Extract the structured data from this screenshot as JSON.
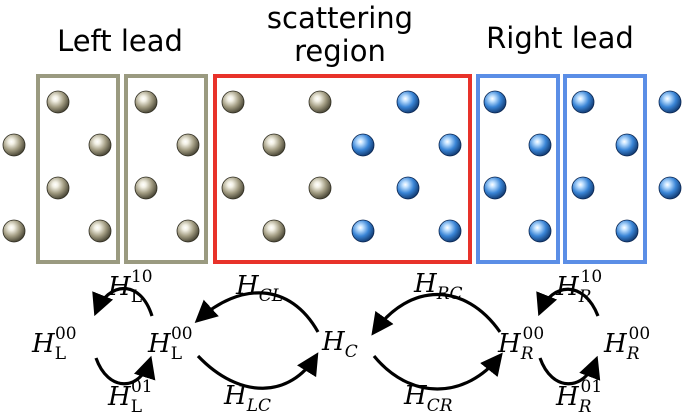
{
  "labels": {
    "left_lead": "Left lead",
    "scattering_line1": "scattering",
    "scattering_line2": "region",
    "right_lead": "Right lead"
  },
  "hamiltonians": {
    "HL00_outer": {
      "base": "H",
      "sub": "L",
      "sup": "00"
    },
    "HL00_inner": {
      "base": "H",
      "sub": "L",
      "sup": "00"
    },
    "HL10": {
      "base": "H",
      "sub": "L",
      "sup": "10"
    },
    "HL01": {
      "base": "H",
      "sub": "L",
      "sup": "01"
    },
    "HC": {
      "base": "H",
      "sub": "C",
      "sup": ""
    },
    "HCL": {
      "base": "H",
      "sub": "CL",
      "sup": ""
    },
    "HLC": {
      "base": "H",
      "sub": "LC",
      "sup": ""
    },
    "HRC": {
      "base": "H",
      "sub": "RC",
      "sup": ""
    },
    "HCR": {
      "base": "H",
      "sub": "CR",
      "sup": ""
    },
    "HR00_inner": {
      "base": "H",
      "sub": "R",
      "sup": "00"
    },
    "HR00_outer": {
      "base": "H",
      "sub": "R",
      "sup": "00"
    },
    "HR10": {
      "base": "H",
      "sub": "R",
      "sup": "10"
    },
    "HR01": {
      "base": "H",
      "sub": "R",
      "sup": "01"
    }
  },
  "colors": {
    "lead_box": "#9a9a80",
    "scattering_box": "#e8322a",
    "right_box": "#5b8ee6",
    "gold_atom": "#a39d83",
    "blue_atom": "#3a85d6"
  }
}
